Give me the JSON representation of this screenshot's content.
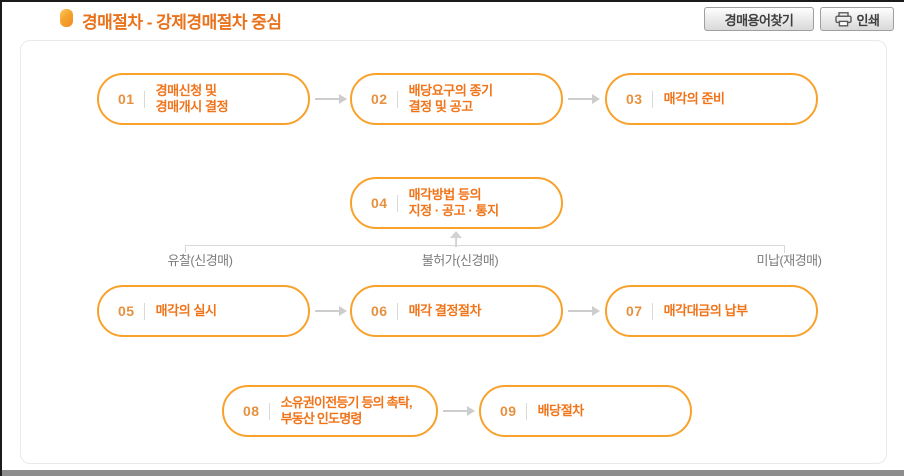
{
  "header": {
    "title": "경매절차 - 강제경매절차 중심",
    "terms_button_label": "경매용어찾기",
    "print_button_label": "인쇄"
  },
  "flow": {
    "nodes": [
      {
        "num": "01",
        "label": "경매신청 및\n경매개시 결정"
      },
      {
        "num": "02",
        "label": "배당요구의 종기\n결정 및 공고"
      },
      {
        "num": "03",
        "label": "매각의 준비"
      },
      {
        "num": "04",
        "label": "매각방법 등의\n지정 · 공고 · 통지"
      },
      {
        "num": "05",
        "label": "매각의 실시"
      },
      {
        "num": "06",
        "label": "매각 결정절차"
      },
      {
        "num": "07",
        "label": "매각대금의 납부"
      },
      {
        "num": "08",
        "label": "소유권이전등기 등의 촉탁,\n부동산 인도명령"
      },
      {
        "num": "09",
        "label": "배당절차"
      }
    ],
    "branch_labels": [
      "유찰(신경매)",
      "불허가(신경매)",
      "미납(재경매)"
    ]
  },
  "colors": {
    "accent_border": "#f8a22c",
    "node_text": "#f0741a",
    "node_number": "#e6913f",
    "title_text": "#e9731d",
    "arrow_gray": "#cdcdcd",
    "branch_text": "#7d7d7d"
  }
}
